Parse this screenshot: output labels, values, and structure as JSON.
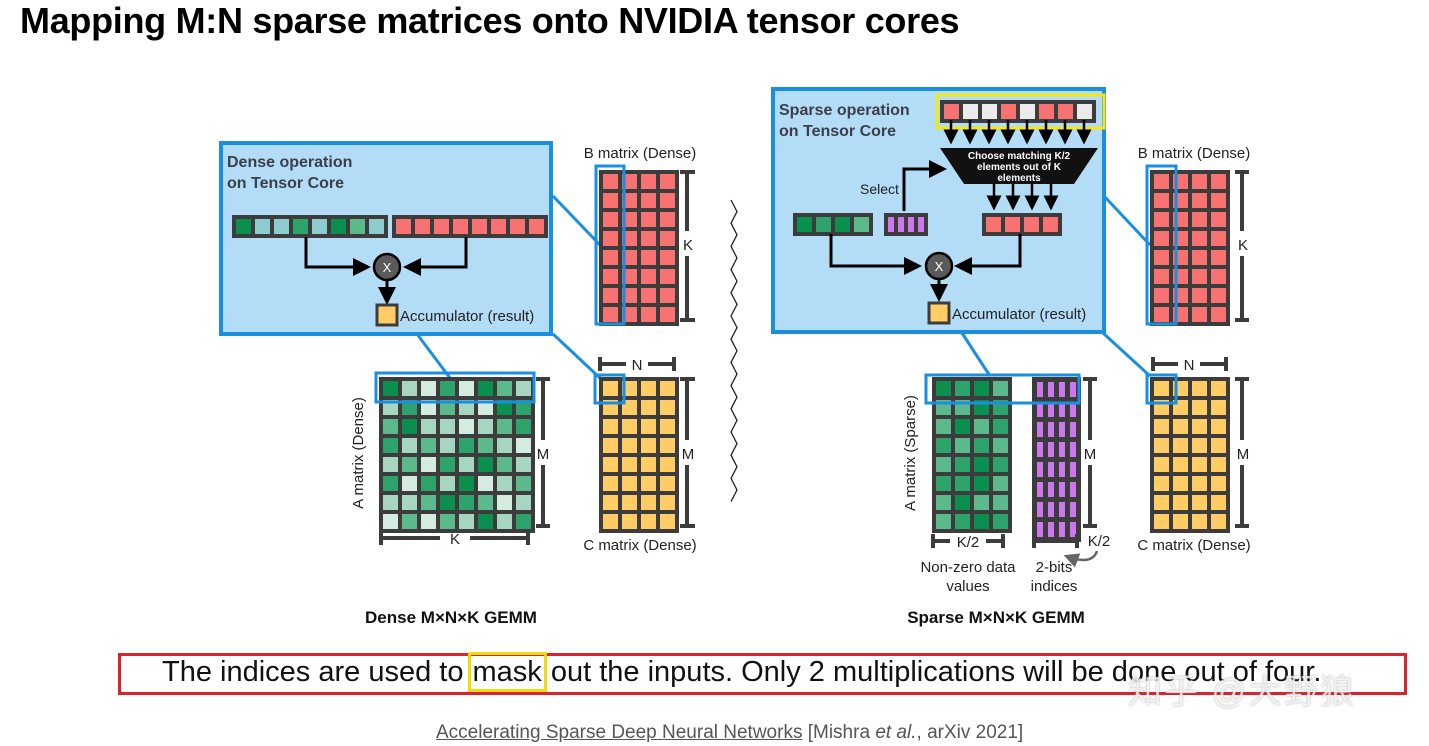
{
  "title": "Mapping M:N sparse matrices onto NVIDIA tensor cores",
  "colors": {
    "panel_fill": "#b3dcf7",
    "panel_border": "#1a8fe0",
    "grid_frame": "#3c3c3c",
    "b_red": "#f87272",
    "c_yellow": "#ffcc66",
    "index_purple": "#cc77ee",
    "select_highlight": "#f5e614",
    "caption_border": "#d9232e",
    "greens": [
      "#0b8f4e",
      "#2ea46c",
      "#5cb98c",
      "#a6d6bf",
      "#d4ece0"
    ],
    "light_cyan": "#8ccccc"
  },
  "dense": {
    "panel_title_line1": "Dense operation",
    "panel_title_line2": "on Tensor Core",
    "multiply_symbol": "X",
    "accumulator_label": "Accumulator (result)",
    "b_label": "B matrix (Dense)",
    "c_label": "C matrix (Dense)",
    "a_label": "A matrix (Dense)",
    "dim_k": "K",
    "dim_m": "M",
    "dim_n": "N",
    "gemm_label": "Dense M×N×K GEMM",
    "a_row_vector_shades": [
      0,
      3,
      4,
      1,
      3,
      0,
      2,
      3
    ],
    "a_matrix_shades": [
      [
        0,
        3,
        4,
        1,
        4,
        0,
        2,
        3
      ],
      [
        3,
        1,
        4,
        2,
        3,
        4,
        0,
        1
      ],
      [
        2,
        0,
        3,
        3,
        4,
        3,
        2,
        1
      ],
      [
        1,
        3,
        2,
        3,
        1,
        2,
        3,
        4
      ],
      [
        3,
        2,
        4,
        1,
        3,
        0,
        2,
        3
      ],
      [
        1,
        4,
        1,
        3,
        0,
        4,
        3,
        2
      ],
      [
        3,
        3,
        2,
        0,
        1,
        2,
        4,
        3
      ],
      [
        4,
        2,
        4,
        2,
        3,
        0,
        3,
        1
      ]
    ]
  },
  "sparse": {
    "panel_title_line1": "Sparse operation",
    "panel_title_line2": "on Tensor Core",
    "selector_lines": [
      "Choose matching K/2",
      "elements out of K",
      "elements"
    ],
    "select_label": "Select",
    "multiply_symbol": "X",
    "accumulator_label": "Accumulator (result)",
    "b_row_mask": [
      1,
      0,
      0,
      1,
      0,
      1,
      1,
      0
    ],
    "a_row_shades": [
      0,
      1,
      0,
      2
    ],
    "a_matrix_shades": [
      [
        0,
        1,
        0,
        2
      ],
      [
        2,
        2,
        0,
        1
      ],
      [
        2,
        0,
        2,
        1
      ],
      [
        1,
        2,
        1,
        2
      ],
      [
        2,
        1,
        0,
        1
      ],
      [
        1,
        1,
        0,
        2
      ],
      [
        2,
        0,
        2,
        2
      ],
      [
        2,
        1,
        0,
        1
      ]
    ],
    "a_label": "A matrix (Sparse)",
    "b_label": "B matrix (Dense)",
    "c_label": "C matrix (Dense)",
    "dim_k": "K",
    "dim_m_values": "M",
    "dim_m_c": "M",
    "dim_n": "N",
    "dim_k_half_values": "K/2",
    "dim_k_half_indices": "K/2",
    "values_label_line1": "Non-zero data",
    "values_label_line2": "values",
    "indices_label_line1": "2-bits",
    "indices_label_line2": "indices",
    "gemm_label": "Sparse M×N×K GEMM"
  },
  "caption": {
    "before": "The indices are used to ",
    "highlight": "mask",
    "after": " out the inputs. Only 2 multiplications will be done out of four."
  },
  "citation": {
    "link_text": "Accelerating Sparse Deep Neural Networks",
    "rest_prefix": " [Mishra ",
    "rest_italic": "et al.",
    "rest_suffix": ", arXiv 2021]"
  },
  "watermark": "知乎 @大野狼"
}
